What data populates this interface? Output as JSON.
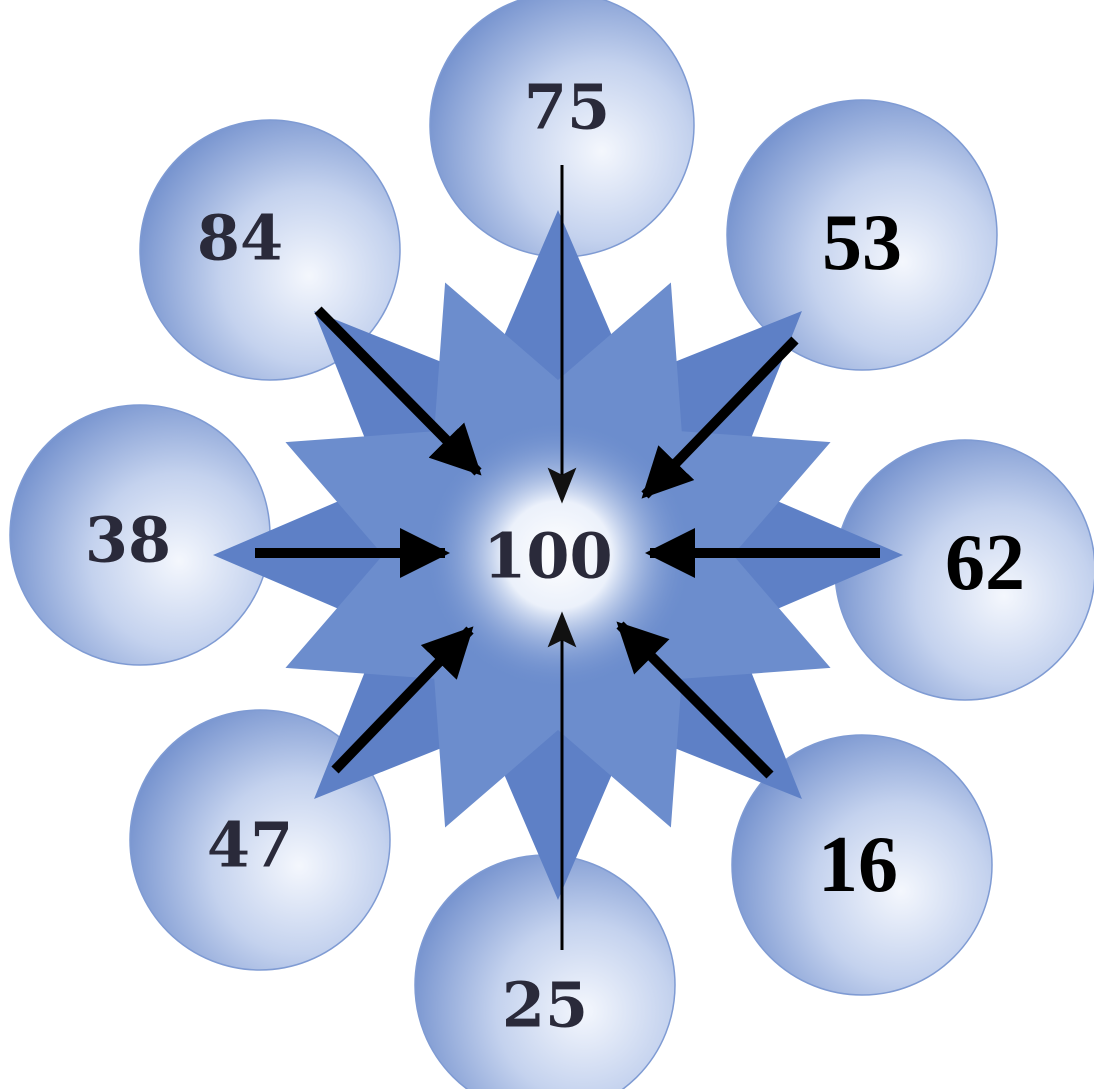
{
  "center": {
    "value": "100"
  },
  "petals": [
    {
      "id": "top",
      "value": "75",
      "style": "printed"
    },
    {
      "id": "top-right",
      "value": "53",
      "style": "added"
    },
    {
      "id": "right",
      "value": "62",
      "style": "added"
    },
    {
      "id": "bottom-right",
      "value": "16",
      "style": "added"
    },
    {
      "id": "bottom",
      "value": "25",
      "style": "printed"
    },
    {
      "id": "bottom-left",
      "value": "47",
      "style": "printed"
    },
    {
      "id": "left",
      "value": "38",
      "style": "printed"
    },
    {
      "id": "top-left",
      "value": "84",
      "style": "printed"
    }
  ],
  "colors": {
    "petal_dark": "#5b7fc4",
    "petal_light": "#e8eefa",
    "star": "#5e80c6",
    "center_glow": "#ffffff",
    "arrow": "#000000"
  },
  "icons": {
    "arrow": "arrow-to-center-icon"
  }
}
